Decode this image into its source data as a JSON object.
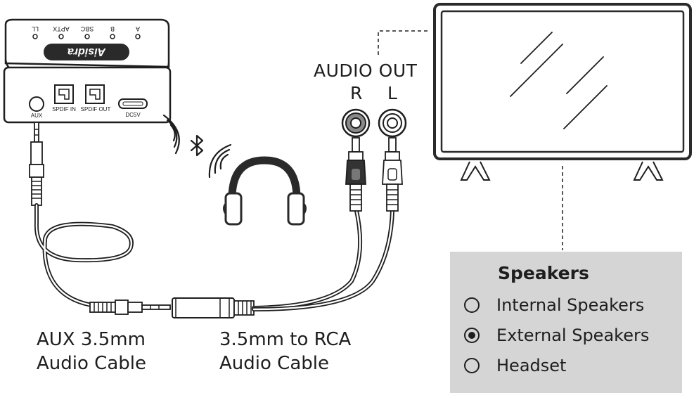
{
  "device": {
    "brand": "Aisidra",
    "leds": [
      "LL",
      "APTX",
      "SBC",
      "B",
      "A"
    ],
    "ports": {
      "aux": "AUX",
      "spdif_in": "SPDIF IN",
      "spdif_out": "SPDIF OUT",
      "dc": "DC5V"
    }
  },
  "tv": {
    "audio_out_label": "AUDIO OUT",
    "right_label": "R",
    "left_label": "L"
  },
  "captions": {
    "aux_cable_line1": "AUX 3.5mm",
    "aux_cable_line2": "Audio Cable",
    "rca_cable_line1": "3.5mm to RCA",
    "rca_cable_line2": "Audio Cable"
  },
  "speakers_menu": {
    "title": "Speakers",
    "options": [
      {
        "label": "Internal Speakers",
        "selected": false
      },
      {
        "label": "External Speakers",
        "selected": true
      },
      {
        "label": "Headset",
        "selected": false
      }
    ]
  },
  "icons": [
    "bluetooth-icon",
    "wireless-wave-icon",
    "headphones-icon",
    "tv-icon",
    "rca-connector-icon",
    "audio-jack-icon"
  ]
}
